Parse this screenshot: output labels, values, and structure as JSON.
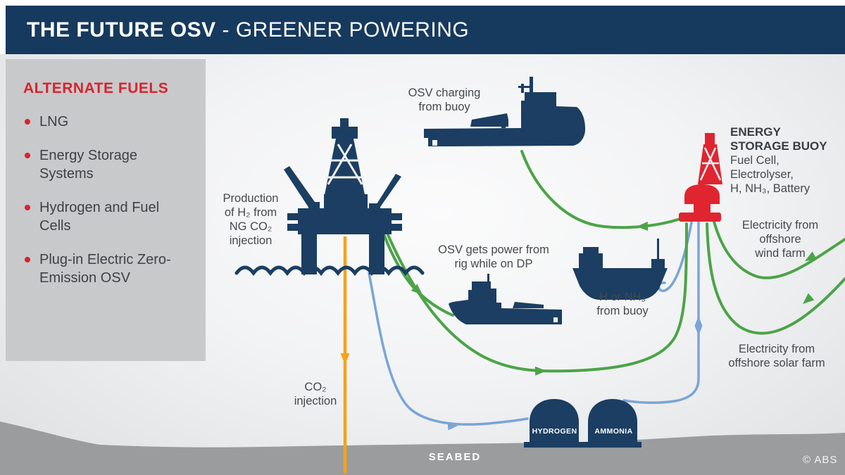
{
  "header": {
    "title_bold": "THE FUTURE OSV",
    "title_rest": " - GREENER POWERING"
  },
  "sidebar": {
    "heading": "ALTERNATE FUELS",
    "items": [
      "LNG",
      "Energy Storage Systems",
      "Hydrogen and Fuel Cells",
      "Plug-in Electric Zero-Emission OSV"
    ]
  },
  "labels": {
    "osv_charging": {
      "line1": "OSV charging",
      "line2": "from buoy"
    },
    "production": {
      "line1": "Production",
      "line2": "of H₂ from",
      "line3": "NG CO₂",
      "line4": "injection"
    },
    "osv_dp": {
      "line1": "OSV gets power from",
      "line2": "rig while on DP"
    },
    "buoy": {
      "title1": "ENERGY",
      "title2": "STORAGE BUOY",
      "line1": "Fuel Cell,",
      "line2": "Electrolyser,",
      "line3": "H, NH₃, Battery"
    },
    "wind": {
      "line1": "Electricity from",
      "line2": "offshore",
      "line3": "wind farm"
    },
    "h_nh3": {
      "line1": "H or NH₃",
      "line2": "from buoy"
    },
    "solar": {
      "line1": "Electricity from",
      "line2": "offshore solar farm"
    },
    "co2": {
      "line1": "CO₂",
      "line2": "injection"
    },
    "seabed": "SEABED",
    "credit": "© ABS",
    "tank_hydrogen": "HYDROGEN",
    "tank_ammonia": "AMMONIA"
  },
  "colors": {
    "header_navy": "#16395e",
    "silhouette_navy": "#1b3e62",
    "accent_red": "#d9232e",
    "buoy_red": "#e02531",
    "line_green": "#4ba447",
    "line_blue": "#7aa5d5",
    "line_orange": "#f5a11d",
    "seabed_gray": "#9a9c9e",
    "panel_gray": "#c8c9cb",
    "label_gray": "#45494d"
  }
}
